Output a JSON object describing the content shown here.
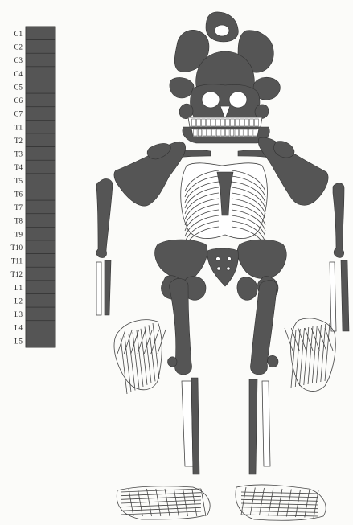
{
  "colors": {
    "bone_fill": "#555555",
    "bone_outline": "#333333",
    "background": "#fbfbf9",
    "outline_bone_fill": "#ffffff"
  },
  "vertebral_chart": {
    "labels": [
      "C1",
      "C2",
      "C3",
      "C4",
      "C5",
      "C6",
      "C7",
      "T1",
      "T2",
      "T3",
      "T4",
      "T5",
      "T6",
      "T7",
      "T8",
      "T9",
      "T10",
      "T11",
      "T12",
      "L1",
      "L2",
      "L3",
      "L4",
      "L5"
    ],
    "present_count": 24
  },
  "skeleton": {
    "regions": [
      "skull",
      "mandible",
      "clavicle-left",
      "clavicle-right",
      "scapula-left",
      "scapula-right",
      "ribs",
      "sternum",
      "humerus-left",
      "humerus-right",
      "radius-left",
      "ulna-left",
      "radius-right",
      "ulna-right",
      "hand-left",
      "hand-right",
      "pelvis",
      "sacrum",
      "femur-left",
      "femur-right",
      "patella-left",
      "patella-right",
      "tibia-left",
      "fibula-left",
      "tibia-right",
      "fibula-right",
      "foot-left",
      "foot-right"
    ]
  }
}
